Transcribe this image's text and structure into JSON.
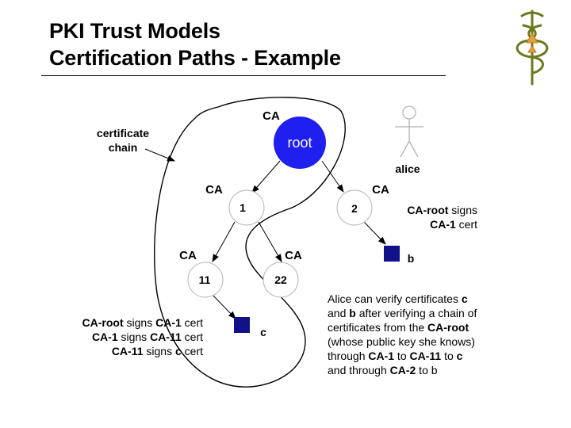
{
  "slide": {
    "title_line1": "PKI Trust Models",
    "title_line2": "Certification Paths - Example"
  },
  "logo": {
    "icon": "caduceus-icon",
    "color": "#6b7a1f"
  },
  "diagram": {
    "labels": {
      "certificate_chain_1": "certificate",
      "certificate_chain_2": "chain",
      "ca_root_label": "CA",
      "root_text": "root",
      "alice": "alice",
      "ca_1_label": "CA",
      "node_1": "1",
      "ca_2_label": "CA",
      "node_2": "2",
      "ca_11_label": "CA",
      "node_11": "11",
      "ca_22_label": "CA",
      "node_22": "22",
      "user_b": "b",
      "user_c": "c"
    },
    "colors": {
      "root_fill": "#1f1ff0",
      "user_fill": "#11118a",
      "node_stroke": "#b5b5b5"
    }
  },
  "notes": {
    "top_right": [
      {
        "parts": [
          {
            "text": "CA-root",
            "bold": true
          },
          {
            "text": " signs",
            "bold": false
          }
        ]
      },
      {
        "parts": [
          {
            "text": "CA-1",
            "bold": true
          },
          {
            "text": " cert",
            "bold": false
          }
        ]
      }
    ],
    "bottom_left": [
      {
        "parts": [
          {
            "text": "CA-root",
            "bold": true
          },
          {
            "text": " signs ",
            "bold": false
          },
          {
            "text": "CA-1",
            "bold": true
          },
          {
            "text": " cert",
            "bold": false
          }
        ]
      },
      {
        "parts": [
          {
            "text": "CA-1",
            "bold": true
          },
          {
            "text": " signs ",
            "bold": false
          },
          {
            "text": "CA-11",
            "bold": true
          },
          {
            "text": " cert",
            "bold": false
          }
        ]
      },
      {
        "parts": [
          {
            "text": "CA-11",
            "bold": true
          },
          {
            "text": " signs ",
            "bold": false
          },
          {
            "text": "c",
            "bold": true
          },
          {
            "text": " cert",
            "bold": false
          }
        ]
      }
    ],
    "bottom_right": [
      {
        "parts": [
          {
            "text": "Alice can verify certificates ",
            "bold": false
          },
          {
            "text": "c",
            "bold": true
          }
        ]
      },
      {
        "parts": [
          {
            "text": "and ",
            "bold": false
          },
          {
            "text": "b",
            "bold": true
          },
          {
            "text": " after verifying a chain of",
            "bold": false
          }
        ]
      },
      {
        "parts": [
          {
            "text": "certificates from the ",
            "bold": false
          },
          {
            "text": "CA-root",
            "bold": true
          }
        ]
      },
      {
        "parts": [
          {
            "text": "(whose public key she knows)",
            "bold": false
          }
        ]
      },
      {
        "parts": [
          {
            "text": "through ",
            "bold": false
          },
          {
            "text": "CA-1",
            "bold": true
          },
          {
            "text": " to ",
            "bold": false
          },
          {
            "text": "CA-11",
            "bold": true
          },
          {
            "text": " to ",
            "bold": false
          },
          {
            "text": "c",
            "bold": true
          }
        ]
      },
      {
        "parts": [
          {
            "text": "and through ",
            "bold": false
          },
          {
            "text": "CA-2",
            "bold": true
          },
          {
            "text": " to b",
            "bold": false
          }
        ]
      }
    ]
  }
}
